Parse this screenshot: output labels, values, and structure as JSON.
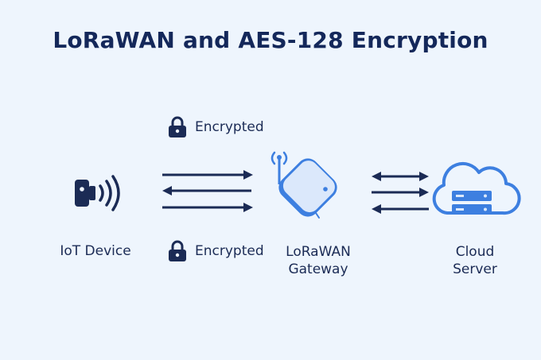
{
  "title": "LoRaWAN and AES-128 Encryption",
  "encrypted_top": "Encrypted",
  "encrypted_bottom": "Encrypted",
  "nodes": {
    "iot_device": "IoT Device",
    "gateway_line1": "LoRaWAN",
    "gateway_line2": "Gateway",
    "cloud_line1": "Cloud",
    "cloud_line2": "Server"
  },
  "colors": {
    "navy": "#1b2b55",
    "accent_blue": "#3d7fe0",
    "light_blue": "#dbe8fb",
    "background": "#eef5fd"
  },
  "icons": [
    "lock-icon",
    "iot-device-icon",
    "gateway-icon",
    "cloud-server-icon"
  ]
}
